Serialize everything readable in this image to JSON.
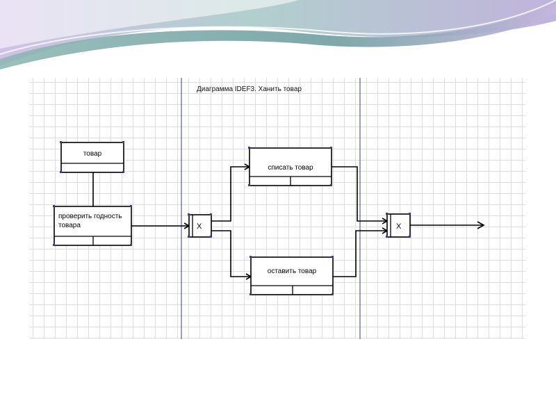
{
  "diagram": {
    "title": "Диаграмма IDEF3. Ханить товар",
    "units": {
      "object": "товар",
      "check": [
        "проверить годность",
        "товара"
      ],
      "write_off": "списать товар",
      "keep": "оставить товар"
    },
    "junctions": {
      "fan_out": "X",
      "fan_in": "X"
    },
    "colors": {
      "lane_line": "#3a3aa0",
      "grid": "#dcdcdc",
      "banner_teal": "#8fb8b5",
      "banner_purple": "#b6a6d6"
    }
  }
}
